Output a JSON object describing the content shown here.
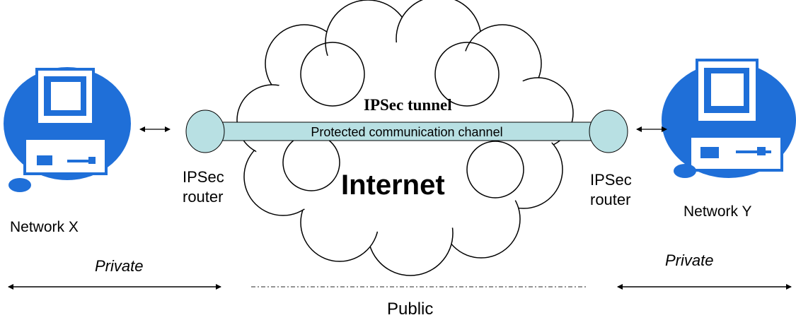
{
  "left": {
    "network_label": "Network X",
    "router_label_line1": "IPSec",
    "router_label_line2": "router",
    "zone_label": "Private"
  },
  "right": {
    "network_label": "Network Y",
    "router_label_line1": "IPSec",
    "router_label_line2": "router",
    "zone_label": "Private"
  },
  "tunnel": {
    "title": "IPSec tunnel",
    "channel_label": "Protected communication channel"
  },
  "cloud": {
    "label": "Internet"
  },
  "public_label": "Public",
  "colors": {
    "computer_blue": "#1f6fd8",
    "router_fill": "#b8e0e3",
    "tunnel_fill": "#b8e0e3",
    "cloud_stroke": "#000000"
  }
}
